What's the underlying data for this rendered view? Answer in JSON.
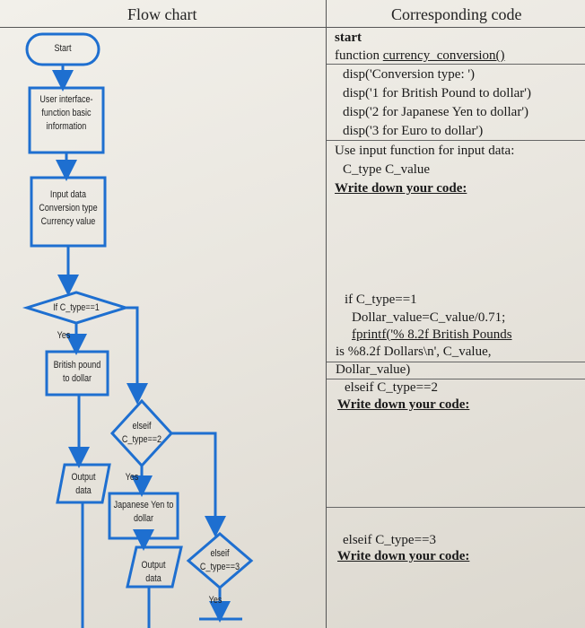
{
  "header": {
    "left_title": "Flow chart",
    "right_title": "Corresponding code"
  },
  "flowchart": {
    "start": "Start",
    "ui_box": [
      "User interface-",
      "function basic",
      "information"
    ],
    "input_box": [
      "Input data",
      "Conversion type",
      "Currency value"
    ],
    "if1": "If C_type==1",
    "yes1": "Yes",
    "british_box": [
      "British pound",
      "to dollar"
    ],
    "elseif2": [
      "elseif",
      "C_type==2"
    ],
    "yes2": "Yes",
    "output1": [
      "Output",
      "data"
    ],
    "japanese_box": [
      "Japanese Yen to",
      "dollar"
    ],
    "output2": [
      "Output",
      "data"
    ],
    "elseif3": [
      "elseif",
      "C_type==3"
    ],
    "yes3": "Yes"
  },
  "code": {
    "block1": [
      "start",
      "function currency_conversion()",
      "  disp('Conversion type: ')",
      "  disp('1 for British Pound to dollar')",
      "  disp('2 for Japanese Yen to dollar')",
      "  disp('3 for Euro to dollar')",
      "Use input function for input data:",
      "  C_type  C_value",
      "Write down your code:"
    ],
    "block2": [
      "if C_type==1",
      "  Dollar_value=C_value/0.71;",
      "  fprintf('% 8.2f British Pounds",
      "is %8.2f Dollars\\n', C_value,",
      "Dollar_value)",
      "  elseif C_type==2",
      "Write down your code:"
    ],
    "block3": [
      "elseif C_type==3",
      "Write down your code:"
    ]
  }
}
